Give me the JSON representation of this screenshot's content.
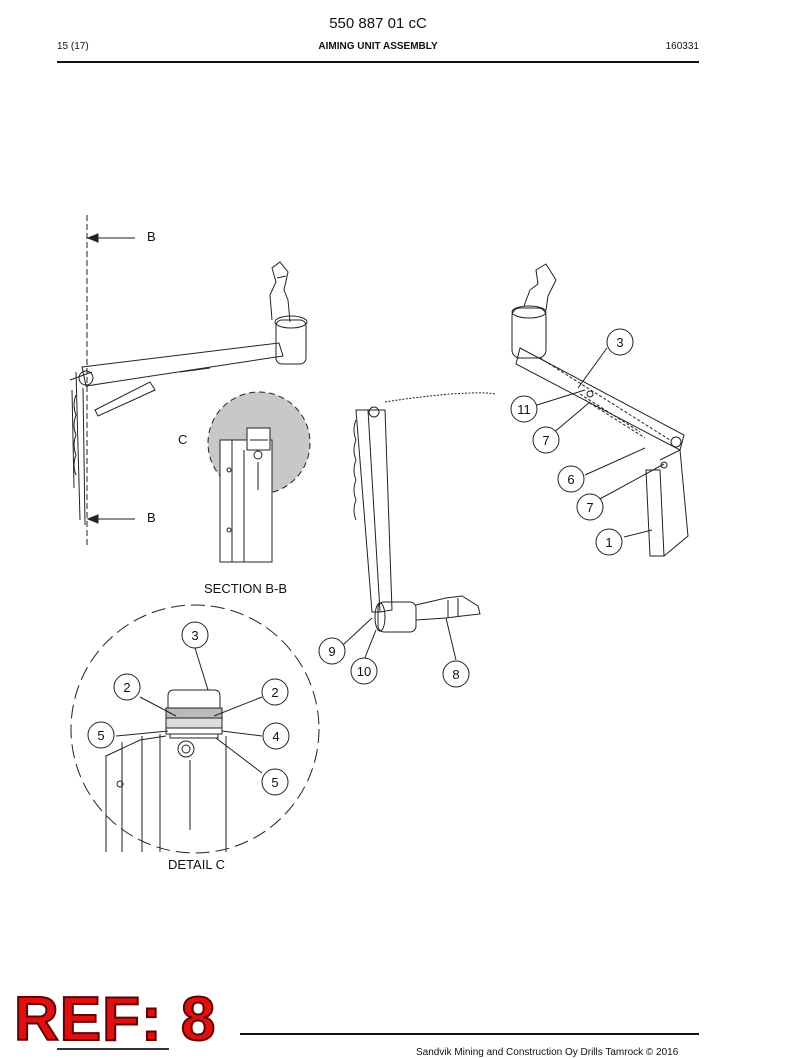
{
  "header": {
    "doc_number": "550 887 01 cC",
    "page": "15 (17)",
    "title": "AIMING UNIT ASSEMBLY",
    "date": "160331"
  },
  "labels": {
    "section_marker_top": "B",
    "section_marker_bottom": "B",
    "detail_marker": "C",
    "section_caption": "SECTION B-B",
    "detail_caption": "DETAIL C"
  },
  "callouts": {
    "right_view": [
      "3",
      "11",
      "7",
      "6",
      "7",
      "1"
    ],
    "center_view": [
      "9",
      "10",
      "8"
    ],
    "detail": [
      "3",
      "2",
      "2",
      "5",
      "4",
      "5"
    ]
  },
  "overlay": {
    "ref": "REF: 8"
  },
  "footer": {
    "copyright": "Sandvik Mining and Construction Oy Drills Tamrock © 2016"
  }
}
